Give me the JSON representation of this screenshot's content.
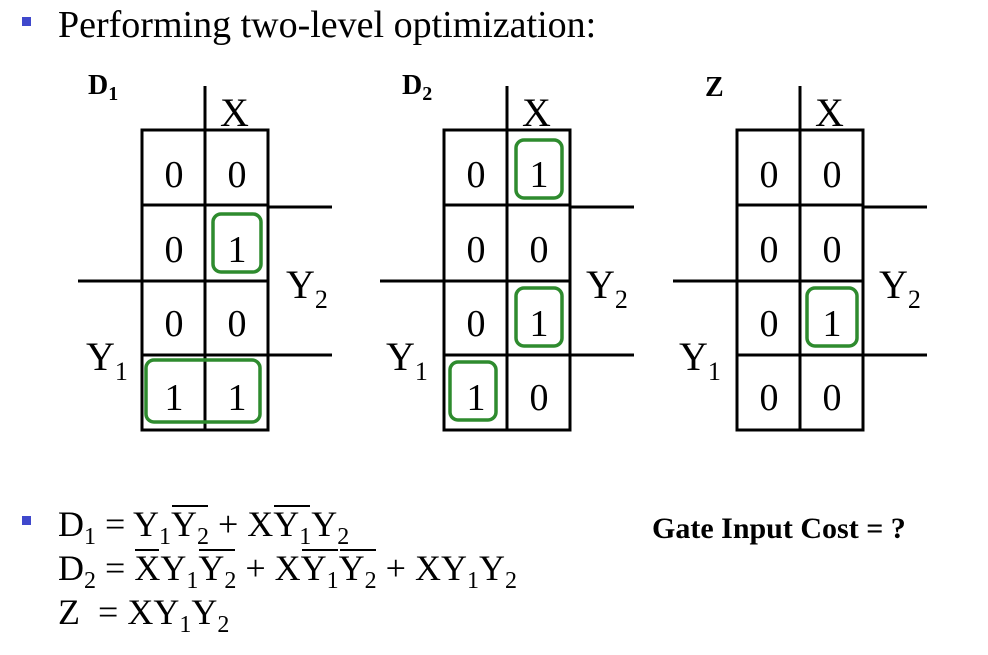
{
  "heading": "Performing two-level optimization:",
  "maps": [
    {
      "name": "D",
      "name_sub": "1",
      "col_var": "X",
      "row_var1": "Y",
      "row_var1_sub": "1",
      "row_var2": "Y",
      "row_var2_sub": "2",
      "cells": [
        [
          "0",
          "0"
        ],
        [
          "0",
          "1"
        ],
        [
          "0",
          "0"
        ],
        [
          "1",
          "1"
        ]
      ]
    },
    {
      "name": "D",
      "name_sub": "2",
      "col_var": "X",
      "row_var1": "Y",
      "row_var1_sub": "1",
      "row_var2": "Y",
      "row_var2_sub": "2",
      "cells": [
        [
          "0",
          "1"
        ],
        [
          "0",
          "0"
        ],
        [
          "0",
          "1"
        ],
        [
          "1",
          "0"
        ]
      ]
    },
    {
      "name": "Z",
      "name_sub": "",
      "col_var": "X",
      "row_var1": "Y",
      "row_var1_sub": "1",
      "row_var2": "Y",
      "row_var2_sub": "2",
      "cells": [
        [
          "0",
          "0"
        ],
        [
          "0",
          "0"
        ],
        [
          "0",
          "1"
        ],
        [
          "0",
          "0"
        ]
      ]
    }
  ],
  "equations": {
    "eq1": {
      "lhs": "D",
      "lhs_sub": "1"
    },
    "eq2": {
      "lhs": "D",
      "lhs_sub": "2"
    },
    "eq3": {
      "lhs": "Z"
    },
    "eq_sign": "=",
    "plus": "+",
    "X": "X",
    "Y": "Y",
    "s1": "1",
    "s2": "2"
  },
  "cost_label": "Gate Input Cost = ?",
  "colors": {
    "bullet": "#3f48cc",
    "group_box": "#2e8b2e",
    "text": "#000000"
  }
}
